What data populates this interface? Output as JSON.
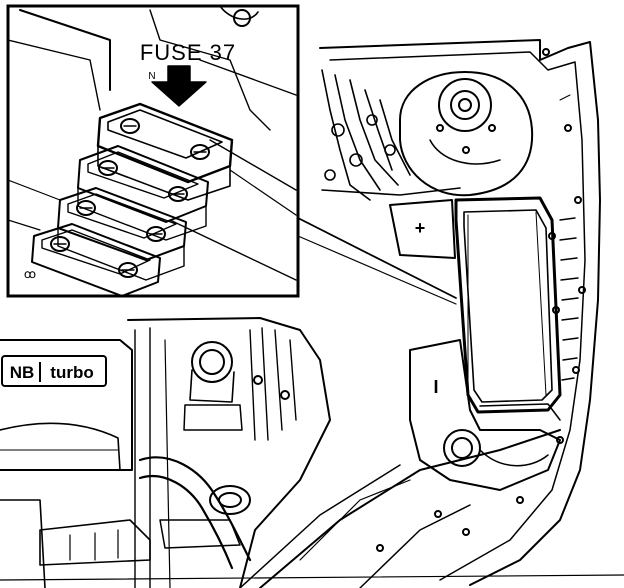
{
  "callout": {
    "label": "FUSE 37",
    "sub_mark": "N"
  },
  "engine_cover": {
    "badge_left": "NB",
    "badge_right": "turbo"
  },
  "fuse_box": {
    "plus_mark": "+",
    "minus_mark": "I"
  },
  "inset": {
    "corner_mark": "ꝏ"
  },
  "colors": {
    "ink": "#000000",
    "paper": "#ffffff"
  },
  "icons": [
    "down-arrow-icon"
  ]
}
